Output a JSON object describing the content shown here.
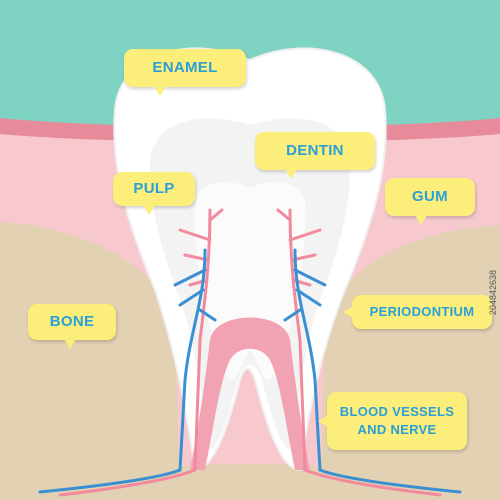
{
  "labels": {
    "enamel": "ENAMEL",
    "dentin": "DENTIN",
    "pulp": "PULP",
    "gum": "GUM",
    "bone": "BONE",
    "periodontium": "PERIODONTIUM",
    "blood_vessels": "BLOOD VESSELS\nAND NERVE"
  },
  "stock_id": "204842638",
  "colors": {
    "background": "#7fd3c3",
    "gum": "#f7c9cf",
    "gum_dark": "#e78a99",
    "bone": "#e3d1b4",
    "tooth": "#ffffff",
    "label_bg": "#fbee7a",
    "label_text": "#2a9fd8",
    "nerve_pink": "#f2899c",
    "nerve_blue": "#3a8fd3"
  }
}
